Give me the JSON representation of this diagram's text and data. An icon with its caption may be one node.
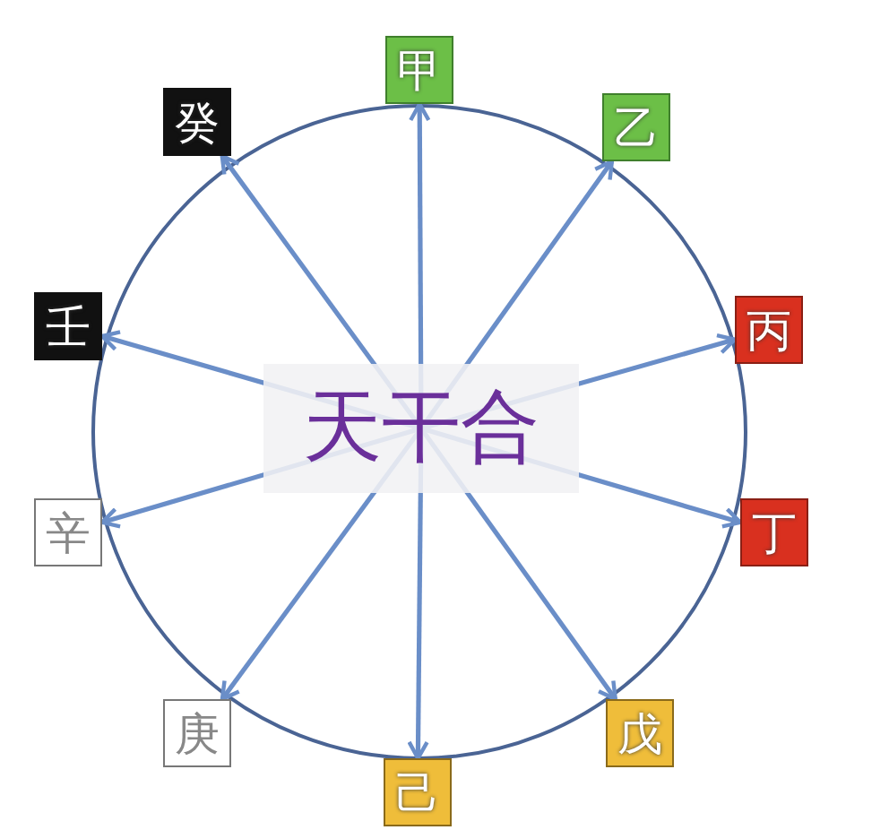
{
  "diagram": {
    "title": "天干合",
    "nodes": [
      {
        "text": [
          "甲"
        ]
      },
      {
        "text": [
          "乙"
        ]
      },
      {
        "text": [
          "丙"
        ]
      },
      {
        "text": [
          "丁"
        ]
      },
      {
        "text": [
          "戊"
        ]
      },
      {
        "text": [
          "己"
        ]
      },
      {
        "text": [
          "庚"
        ]
      },
      {
        "text": [
          "辛"
        ]
      },
      {
        "text": [
          "壬"
        ]
      },
      {
        "text": [
          "癸"
        ]
      }
    ],
    "edges": [
      {
        "from": null,
        "to": 0,
        "arrow": "to"
      },
      {
        "from": null,
        "to": 1,
        "arrow": "to"
      },
      {
        "from": null,
        "to": 2,
        "arrow": "to"
      },
      {
        "from": null,
        "to": 3,
        "arrow": "to"
      },
      {
        "from": null,
        "to": 4,
        "arrow": "to"
      },
      {
        "from": null,
        "to": 5,
        "arrow": "to"
      },
      {
        "from": null,
        "to": 6,
        "arrow": "to"
      },
      {
        "from": null,
        "to": 7,
        "arrow": "to"
      },
      {
        "from": null,
        "to": 8,
        "arrow": "to"
      },
      {
        "from": null,
        "to": 9,
        "arrow": "to"
      }
    ]
  }
}
